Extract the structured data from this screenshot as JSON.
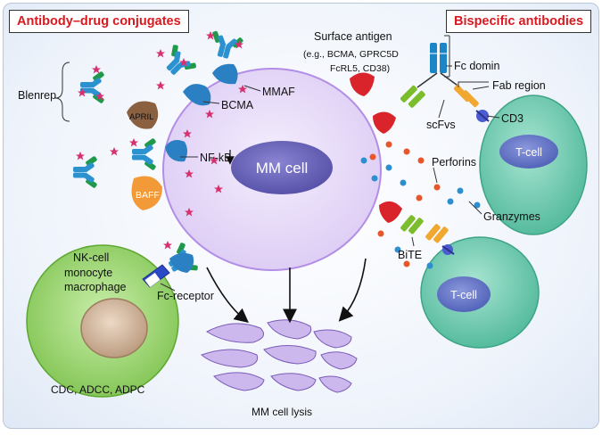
{
  "headers": {
    "adc": "Antibody–drug conjugates",
    "bispecific": "Bispecific antibodies"
  },
  "labels": {
    "blenrep": "Blenrep",
    "mmaf": "MMAF",
    "bcma": "BCMA",
    "april": "APRIL",
    "baff": "BAFF",
    "nfkb": "NF-kB",
    "mm_cell": "MM cell",
    "surface_antigen": "Surface antigen",
    "antigen_examples_1": "(e.g.,  BCMA, GPRC5D",
    "antigen_examples_2": "FcRL5, CD38)",
    "fc_domain": "Fc domin",
    "fab_region": "Fab region",
    "scfvs": "scFvs",
    "cd3": "CD3",
    "tcell_top": "T-cell",
    "perforins": "Perforins",
    "granzymes": "Granzymes",
    "bite": "BiTE",
    "tcell_bottom": "T-cell",
    "nk_line1": "NK-cell",
    "nk_line2": "monocyte",
    "nk_line3": "macrophage",
    "fc_receptor": "Fc-receptor",
    "mechanisms": "CDC, ADCC, ADPC",
    "lysis": "MM cell lysis"
  },
  "colors": {
    "header_text": "#d8191f",
    "mm_cell_fill": "#e4d6f7",
    "nucleus": "#6a64b5",
    "tcell": "#5cc3a8",
    "tcell_nucleus": "#5b6cc0",
    "nk_cell": "#86c855",
    "antigen_red": "#d8242a",
    "bcma_blue": "#2b7fc3",
    "payload": "#d6306e",
    "perforin_orange": "#e8572a",
    "granzyme_blue": "#2e8fd0"
  }
}
